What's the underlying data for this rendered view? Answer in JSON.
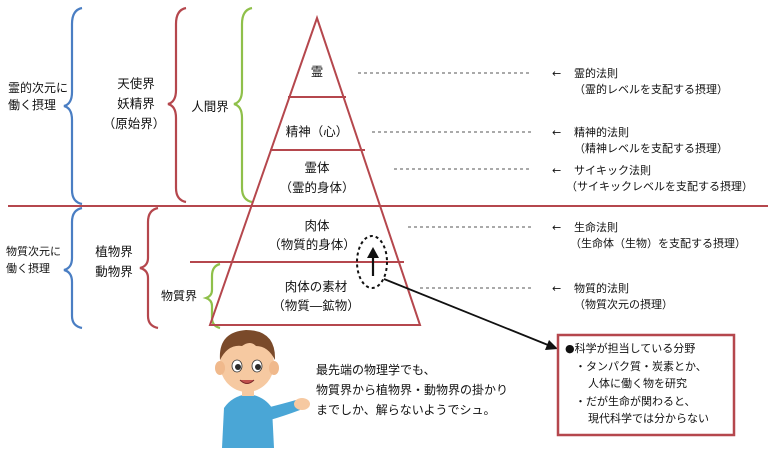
{
  "left_labels": {
    "spiritual_principle": [
      "霊的次元に",
      "働く摂理"
    ],
    "material_principle": [
      "物質次元に",
      "働く摂理"
    ]
  },
  "realms": {
    "upper": [
      "天使界",
      "妖精界",
      "（原始界）"
    ],
    "human": "人間界",
    "lower": [
      "植物界",
      "動物界"
    ],
    "material": "物質界"
  },
  "pyramid_levels": {
    "spirit": [
      "霊"
    ],
    "mind": [
      "精神（心）"
    ],
    "spirit_body": [
      "霊体",
      "（霊的身体）"
    ],
    "flesh": [
      "肉体",
      "（物質的身体）"
    ],
    "raw_material": [
      "肉体の素材",
      "（物質―鉱物）"
    ]
  },
  "laws": [
    {
      "arrow": "←",
      "name": "霊的法則",
      "desc": "（霊的レベルを支配する摂理）"
    },
    {
      "arrow": "←",
      "name": "精神的法則",
      "desc": "（精神レベルを支配する摂理）"
    },
    {
      "arrow": "←",
      "name": "サイキック法則",
      "desc": "（サイキックレベルを支配する摂理）"
    },
    {
      "arrow": "←",
      "name": "生命法則",
      "desc": "（生命体（生物）を支配する摂理）"
    },
    {
      "arrow": "←",
      "name": "物質的法則",
      "desc": "（物質次元の摂理）"
    }
  ],
  "science_box": {
    "title": "●科学が担当している分野",
    "lines": [
      "・タンパク質・炭素とか、",
      "人体に働く物を研究",
      "・だが生命が関わると、",
      "現代科学では分からない"
    ]
  },
  "speech": {
    "lines": [
      "最先端の物理学でも、",
      "物質界から植物界・動物界の掛かり",
      "までしか、解らないようでシュ。"
    ]
  },
  "colors": {
    "bracket_blue": "#4a7ec3",
    "bracket_red": "#b5474d",
    "bracket_green": "#8fc04a",
    "pyramid_line": "#b5474d",
    "divider": "#b5474d"
  }
}
